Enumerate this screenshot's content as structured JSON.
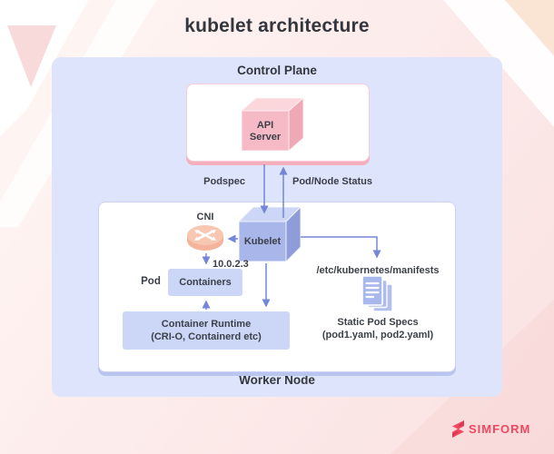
{
  "title": "kubelet architecture",
  "control_plane": {
    "label": "Control Plane",
    "api_server": {
      "line1": "API",
      "line2": "Server"
    }
  },
  "edges": {
    "podspec": "Podspec",
    "pod_node_status": "Pod/Node Status",
    "cni_ip": "10.0.2.3",
    "manifests_path": "/etc/kubernetes/manifests"
  },
  "worker_node": {
    "label": "Worker Node",
    "cni_label": "CNI",
    "kubelet_label": "Kubelet",
    "pod_label": "Pod",
    "containers_label": "Containers",
    "container_runtime_line1": "Container Runtime",
    "container_runtime_line2": "(CRI-O, Containerd etc)",
    "static_pod_specs_line1": "Static Pod Specs",
    "static_pod_specs_line2": "(pod1.yaml, pod2.yaml)"
  },
  "branding": {
    "logo_text": "SIMFORM"
  },
  "colors": {
    "panel": "#dee4fb",
    "pink_cube_front": "#f5bac5",
    "pink_cube_top": "#fbd6db",
    "pink_cube_side": "#efa9b6",
    "blue_cube_front": "#a9b6ea",
    "blue_cube_top": "#ccd6f7",
    "blue_cube_side": "#8e9cd9",
    "node_fill": "#ccd7f8",
    "arrow": "#7486d8",
    "brand": "#ef4861",
    "control_box_shadow": "#f5aebc",
    "worker_box_shadow": "#b9c5ef",
    "router_fill": "#f8c7b2",
    "docs_fill": "#a9b8ec"
  }
}
